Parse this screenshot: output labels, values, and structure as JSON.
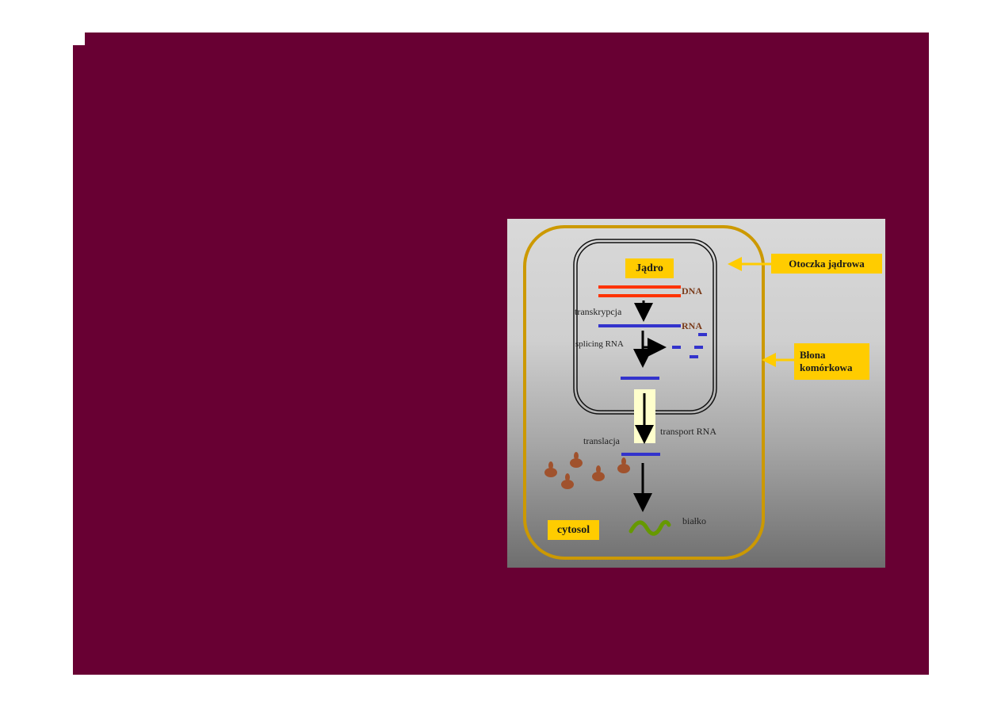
{
  "labels": {
    "jadro": "Jądro",
    "dna": "DNA",
    "rna": "RNA",
    "transkrypcja": "transkrypcja",
    "splicing": "splicing RNA",
    "transport": "transport RNA",
    "translacja": "translacja",
    "cytosol": "cytosol",
    "bialko": "białko",
    "otoczka": "Otoczka jądrowa",
    "blona_line1": "Błona",
    "blona_line2": "komórkowa"
  },
  "colors": {
    "slide_background": "#680033",
    "cell_membrane": "#cc9900",
    "label_box": "#ffcc00",
    "dna": "#ff3300",
    "rna": "#3333cc",
    "protein": "#669900",
    "ribosome": "#a0522d"
  }
}
